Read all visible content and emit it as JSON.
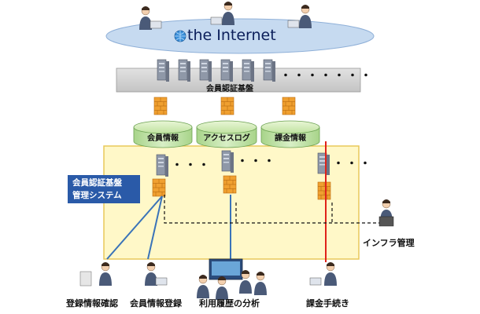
{
  "internet": {
    "label": "the Internet"
  },
  "auth_platform": {
    "label": "会員認証基盤",
    "ellipsis": "・・・・・・・"
  },
  "databases": [
    {
      "label": "会員情報"
    },
    {
      "label": "アクセスログ"
    },
    {
      "label": "課金情報"
    }
  ],
  "management_system": {
    "line1": "会員認証基盤",
    "line2": "管理システム"
  },
  "server_ellipsis": "・・・",
  "infra": {
    "label": "インフラ管理"
  },
  "endpoints": [
    {
      "label": "登録情報確認"
    },
    {
      "label": "会員情報登録"
    },
    {
      "label": "利用履歴の分析"
    },
    {
      "label": "課金手続き"
    }
  ],
  "colors": {
    "link_blue": "#3a73b8",
    "billing_red": "#e0221a",
    "system_box": "#fff8c8",
    "system_border": "#e8c85a",
    "cloud": "#c6daf0",
    "label_bg": "#2a5aa8"
  }
}
